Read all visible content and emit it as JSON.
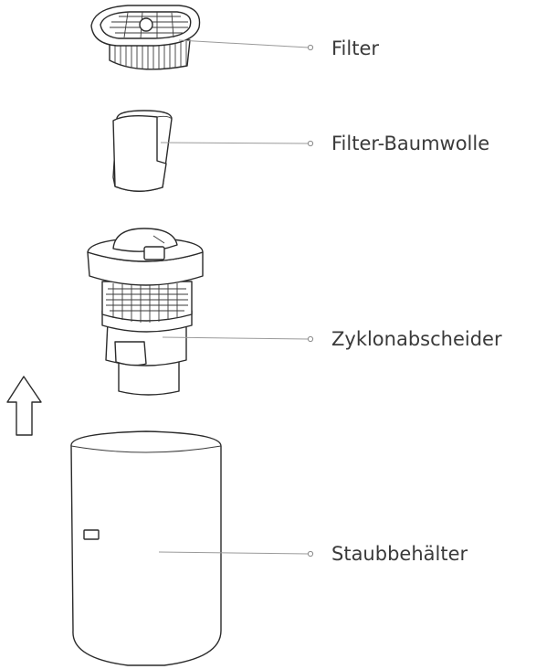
{
  "labels": {
    "filter": "Filter",
    "filter_cotton": "Filter-Baumwolle",
    "cyclone": "Zyklonabscheider",
    "dust_bin": "Staubbehälter"
  },
  "colors": {
    "line": "#2b2b2b",
    "leader": "#9a9a9a",
    "text": "#3a3a3a"
  },
  "icons": {
    "assembly_arrow": "arrow-up-icon"
  }
}
